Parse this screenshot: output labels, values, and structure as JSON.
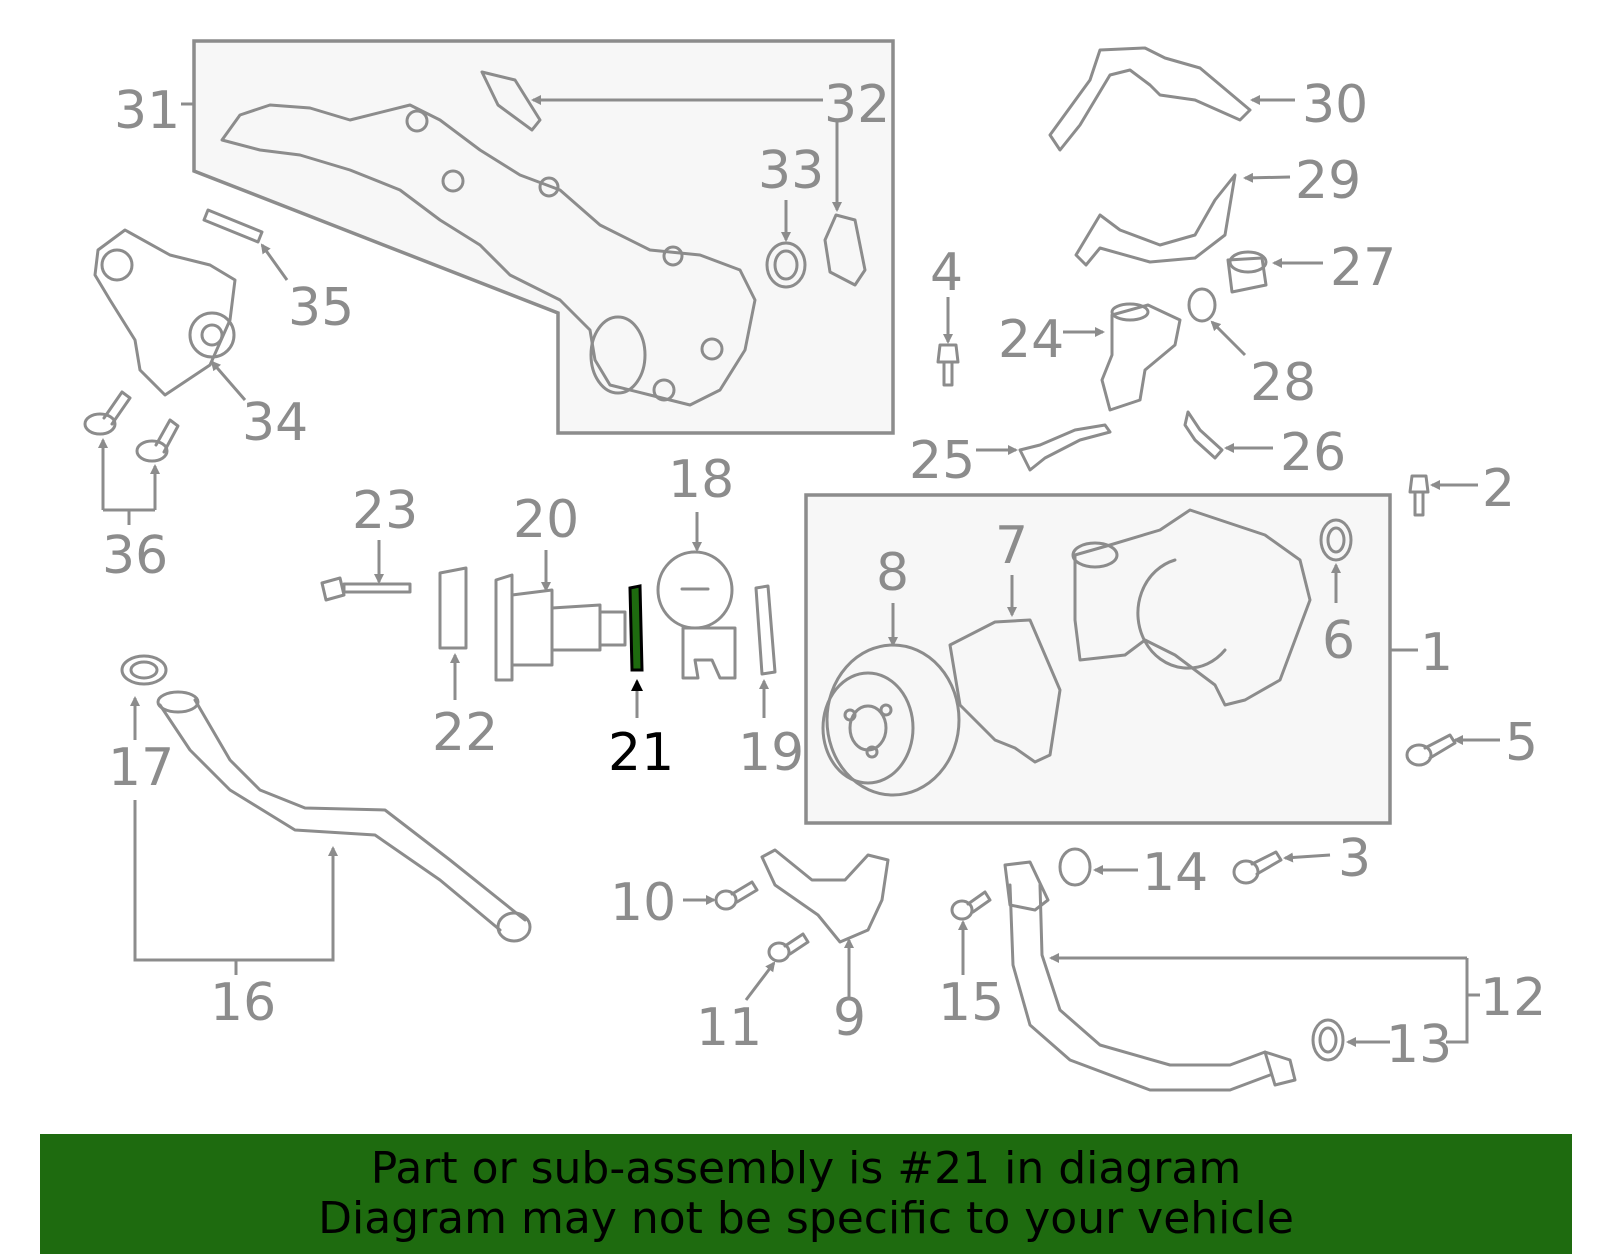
{
  "labels": {
    "l1": "1",
    "l2": "2",
    "l3": "3",
    "l4": "4",
    "l5": "5",
    "l6": "6",
    "l7": "7",
    "l8": "8",
    "l9": "9",
    "l10": "10",
    "l11": "11",
    "l12": "12",
    "l13": "13",
    "l14": "14",
    "l15": "15",
    "l16": "16",
    "l17": "17",
    "l18": "18",
    "l19": "19",
    "l20": "20",
    "l21": "21",
    "l22": "22",
    "l23": "23",
    "l24": "24",
    "l25": "25",
    "l26": "26",
    "l27": "27",
    "l28": "28",
    "l29": "29",
    "l30": "30",
    "l31": "31",
    "l32": "32",
    "l33": "33",
    "l34": "34",
    "l35": "35",
    "l36": "36"
  },
  "highlight": {
    "part_number": "21",
    "color": "#1e6b0f"
  },
  "footer": {
    "line1": "Part or sub-assembly is #21 in diagram",
    "line2": "Diagram may not be specific to your vehicle"
  },
  "colors": {
    "line": "#8c8c8c",
    "banner": "#1e6b0f",
    "box_fill": "#f7f7f7"
  }
}
